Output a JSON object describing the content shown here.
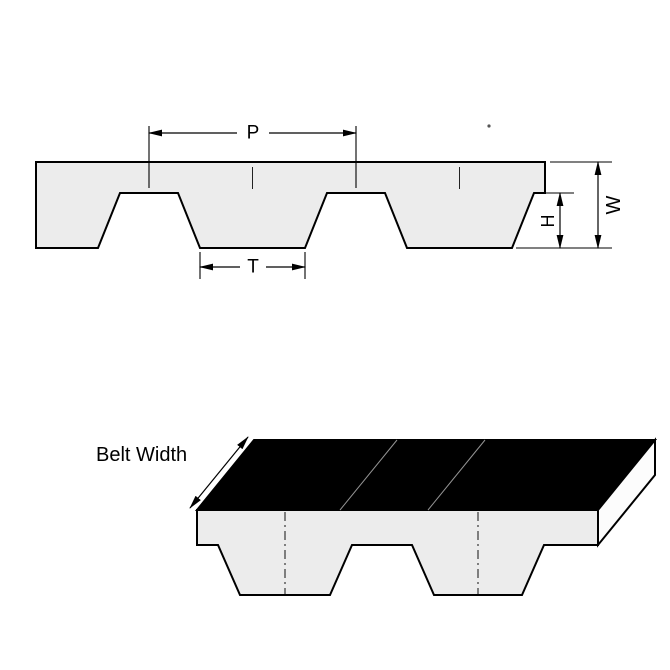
{
  "figure": {
    "description": "Timing belt tooth profile dimension drawing",
    "cross_section": {
      "pitch_label": "P",
      "tooth_width_label": "T",
      "tooth_height_label": "H",
      "belt_thickness_label": "W"
    },
    "perspective_view": {
      "belt_width_label": "Belt Width"
    }
  },
  "colors": {
    "background": "#ffffff",
    "belt_fill": "#ececec",
    "top_surface_fill": "#000000",
    "side_face_fill": "#fcfcfc",
    "line": "#000000"
  }
}
